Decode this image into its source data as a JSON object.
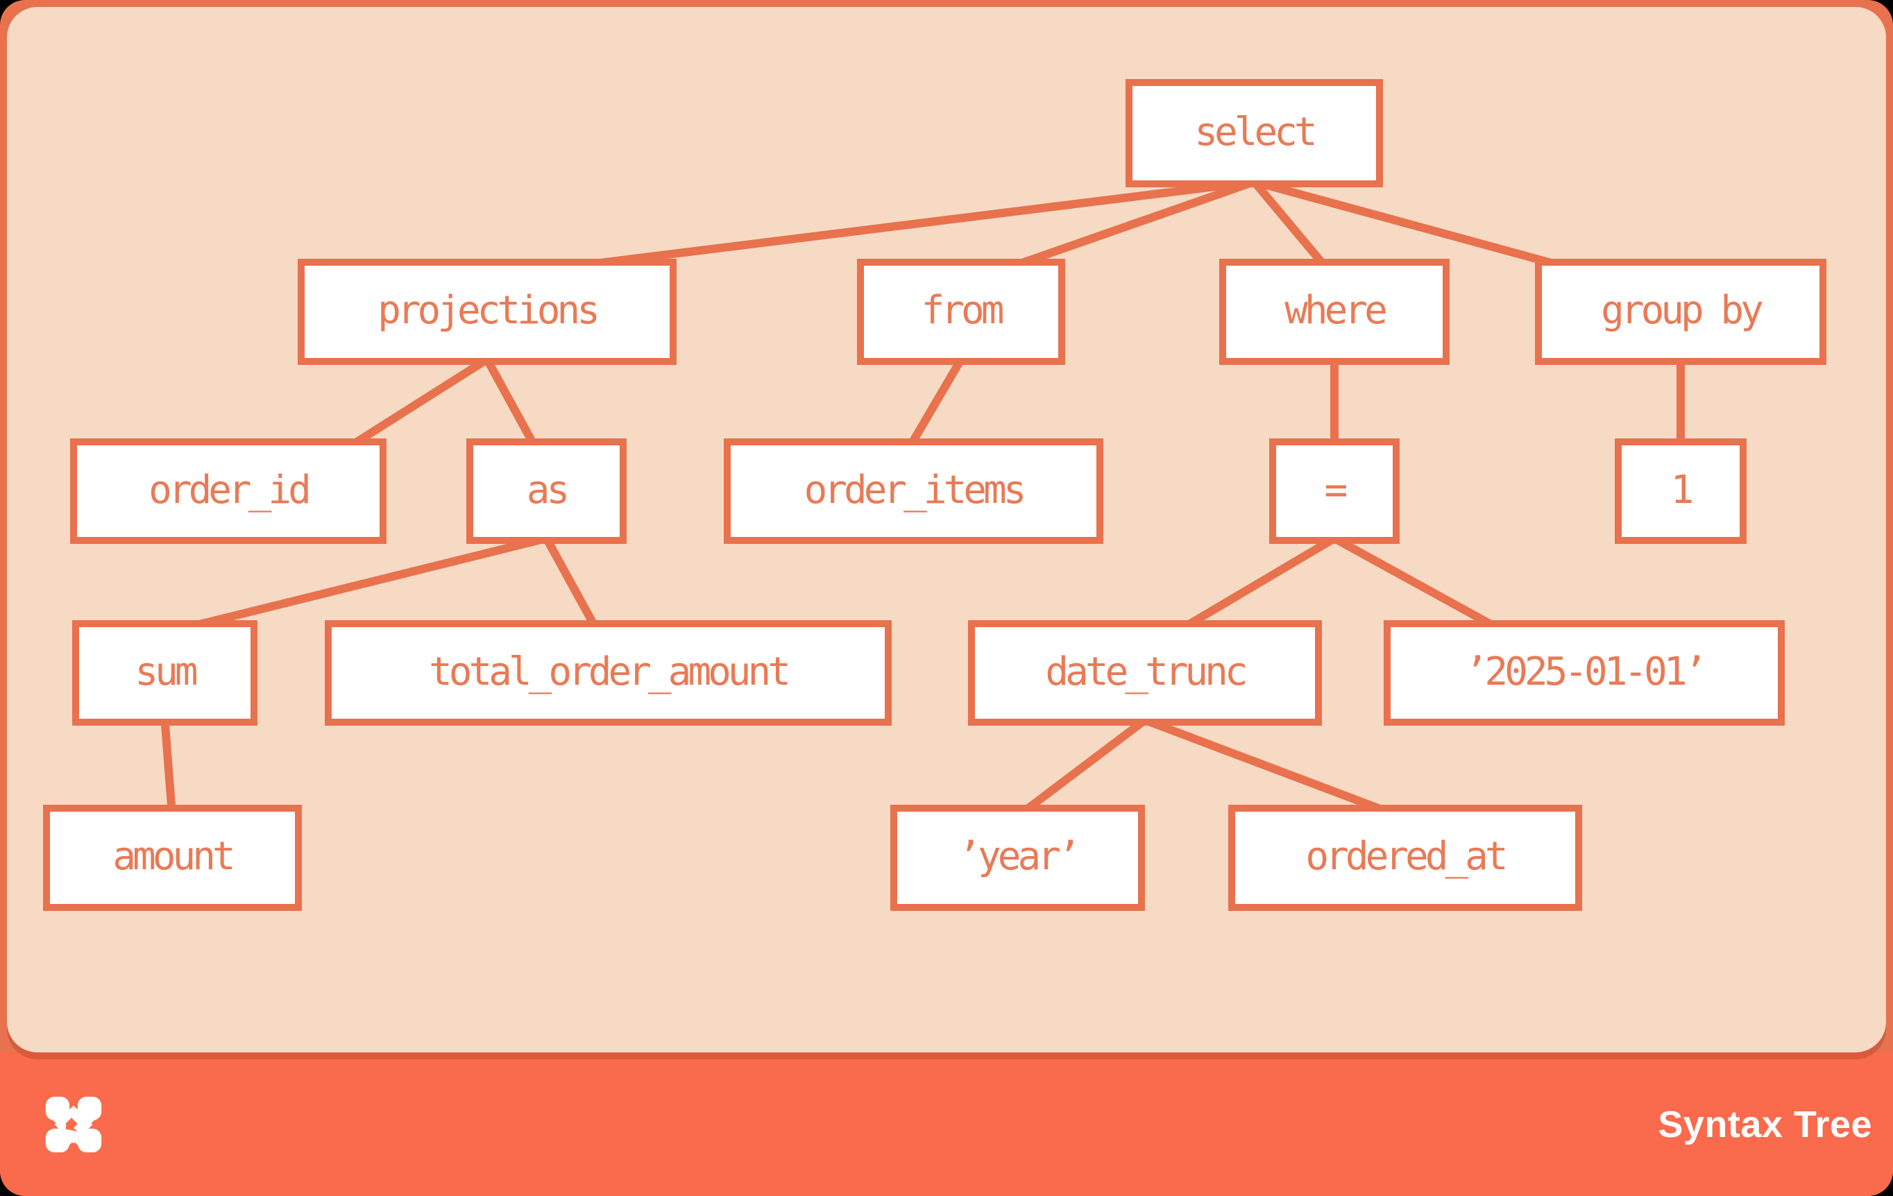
{
  "colors": {
    "accent": "#E8714E",
    "footer_bar": "#FA6A4C",
    "panel_background": "#F7DAC3",
    "node_fill": "#FFFFFF",
    "node_text": "#E97A56",
    "canvas": "#000000",
    "footer_text": "#FFFFFF"
  },
  "footer": {
    "brand_label": "Syntax Tree",
    "logo_icon": "dbt-logo"
  },
  "tree": {
    "root": "select",
    "nodes": [
      {
        "id": "select",
        "label": "select"
      },
      {
        "id": "projections",
        "label": "projections"
      },
      {
        "id": "from",
        "label": "from"
      },
      {
        "id": "where",
        "label": "where"
      },
      {
        "id": "group_by",
        "label": "group by"
      },
      {
        "id": "order_id",
        "label": "order_id"
      },
      {
        "id": "as",
        "label": "as"
      },
      {
        "id": "order_items",
        "label": "order_items"
      },
      {
        "id": "eq",
        "label": "="
      },
      {
        "id": "one",
        "label": "1"
      },
      {
        "id": "sum",
        "label": "sum"
      },
      {
        "id": "total_order_amount",
        "label": "total_order_amount"
      },
      {
        "id": "date_trunc",
        "label": "date_trunc"
      },
      {
        "id": "date_literal",
        "label": "’2025-01-01’"
      },
      {
        "id": "amount",
        "label": "amount"
      },
      {
        "id": "year_literal",
        "label": "’year’"
      },
      {
        "id": "ordered_at",
        "label": "ordered_at"
      }
    ],
    "edges": [
      {
        "from": "select",
        "to": "projections"
      },
      {
        "from": "select",
        "to": "from"
      },
      {
        "from": "select",
        "to": "where"
      },
      {
        "from": "select",
        "to": "group_by"
      },
      {
        "from": "projections",
        "to": "order_id"
      },
      {
        "from": "projections",
        "to": "as"
      },
      {
        "from": "from",
        "to": "order_items"
      },
      {
        "from": "where",
        "to": "eq"
      },
      {
        "from": "group_by",
        "to": "one"
      },
      {
        "from": "as",
        "to": "sum"
      },
      {
        "from": "as",
        "to": "total_order_amount"
      },
      {
        "from": "eq",
        "to": "date_trunc"
      },
      {
        "from": "eq",
        "to": "date_literal"
      },
      {
        "from": "sum",
        "to": "amount"
      },
      {
        "from": "date_trunc",
        "to": "year_literal"
      },
      {
        "from": "date_trunc",
        "to": "ordered_at"
      }
    ]
  }
}
